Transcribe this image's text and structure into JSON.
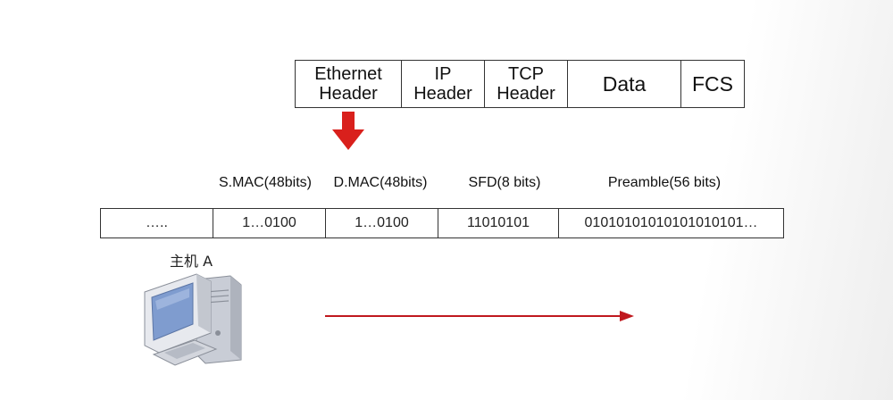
{
  "packet": {
    "cells": [
      {
        "label": "Ethernet\nHeader"
      },
      {
        "label": "IP\nHeader"
      },
      {
        "label": "TCP\nHeader"
      },
      {
        "label": "Data"
      },
      {
        "label": "FCS"
      }
    ]
  },
  "fields": {
    "labels": [
      "S.MAC(48bits)",
      "D.MAC(48bits)",
      "SFD(8 bits)",
      "Preamble(56 bits)"
    ],
    "stream": [
      "…..",
      "1…0100",
      "1…0100",
      "11010101",
      "01010101010101010101…"
    ]
  },
  "host": {
    "label": "主机  A"
  },
  "colors": {
    "arrow_red": "#d9201c",
    "line": "#333333",
    "monitor_blue": "#7f9ccf"
  }
}
